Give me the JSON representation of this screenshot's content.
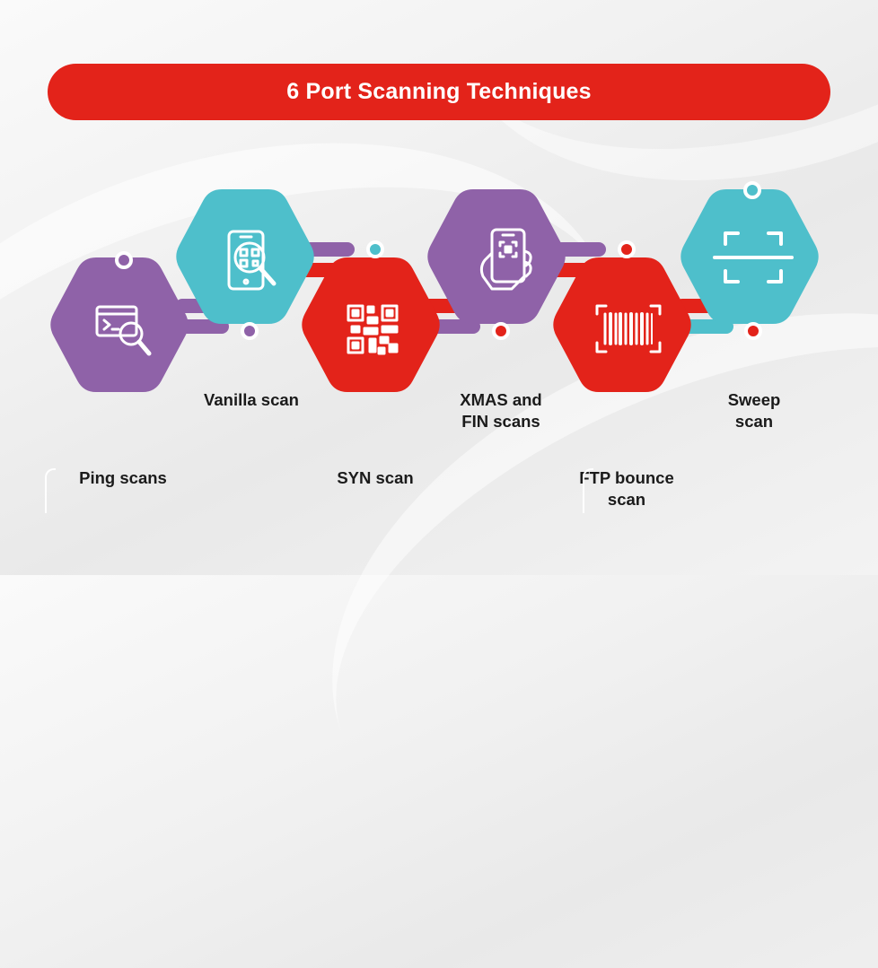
{
  "title": "6 Port Scanning Techniques",
  "colors": {
    "red": "#e3231a",
    "purple": "#8f62a8",
    "teal": "#4ebfcb",
    "white": "#ffffff",
    "text": "#1b1b1b"
  },
  "techniques": [
    {
      "label": "Ping scans",
      "color": "purple",
      "icon": "search-window-icon"
    },
    {
      "label": "Vanilla scan",
      "color": "teal",
      "icon": "phone-qr-search-icon"
    },
    {
      "label": "SYN scan",
      "color": "red",
      "icon": "qr-code-icon"
    },
    {
      "label": "XMAS and\nFIN scans",
      "color": "purple",
      "icon": "hand-phone-scan-icon"
    },
    {
      "label": "FTP bounce\nscan",
      "color": "red",
      "icon": "barcode-scan-icon"
    },
    {
      "label": "Sweep\nscan",
      "color": "teal",
      "icon": "scan-frame-icon"
    }
  ]
}
